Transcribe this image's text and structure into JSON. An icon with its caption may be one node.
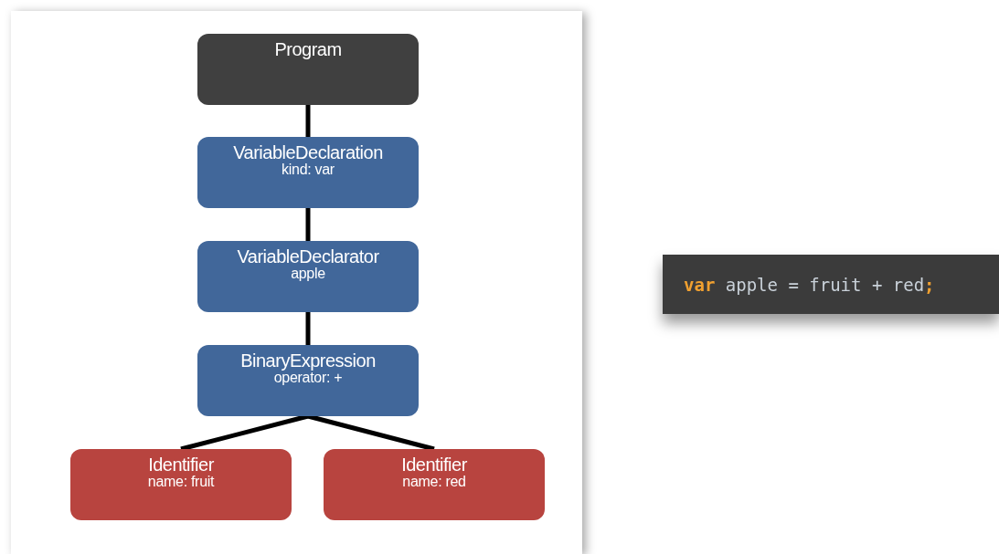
{
  "diagram": {
    "nodes": [
      {
        "text": [
          "Program"
        ]
      },
      {
        "text": [
          "VariableDeclaration",
          "kind: var"
        ]
      },
      {
        "text": [
          "VariableDeclarator",
          "apple"
        ]
      },
      {
        "text": [
          "BinaryExpression",
          "operator: +"
        ]
      },
      {
        "text": [
          "Identifier",
          "name: fruit"
        ]
      },
      {
        "text": [
          "Identifier",
          "name: red"
        ]
      }
    ],
    "edges": [
      {
        "from": 0,
        "to": 1,
        "arrow": "none"
      },
      {
        "from": 1,
        "to": 2,
        "arrow": "none"
      },
      {
        "from": 2,
        "to": 3,
        "arrow": "none"
      },
      {
        "from": 3,
        "to": 4,
        "arrow": "none"
      },
      {
        "from": 3,
        "to": 5,
        "arrow": "none"
      }
    ],
    "labels": [
      "var apple = fruit + red;"
    ]
  }
}
